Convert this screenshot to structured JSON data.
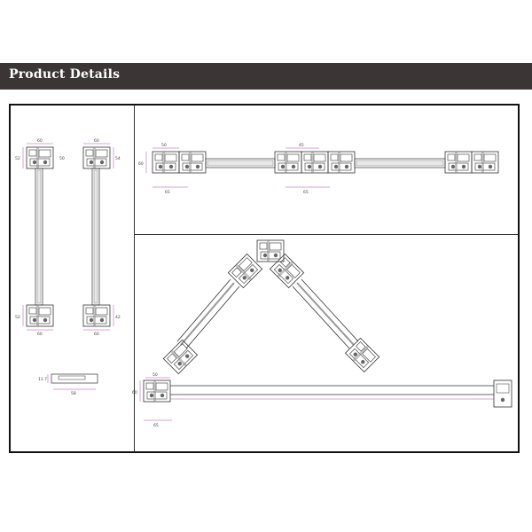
{
  "header": {
    "title": "Product Details"
  },
  "colors": {
    "header_bg": "#3b3535",
    "line": "#333333",
    "dimension": "#b04ab0"
  },
  "dimensions": {
    "left_top_a": "60",
    "left_top_b": "60",
    "left_side_a": "52",
    "left_side_b": "54",
    "left_side_c": "50",
    "left_bottom_a": "60",
    "left_bottom_b": "60",
    "left_bottom_side_a": "52",
    "left_bottom_side_b": "42",
    "small_width": "58",
    "small_height": "11.7",
    "top_left_width": "50",
    "top_left_height": "60",
    "top_left_base": "65",
    "top_mid_width": "45",
    "top_mid_base": "65",
    "bottom_left_width": "50",
    "bottom_left_height": "60",
    "bottom_left_base": "65"
  },
  "icons": [
    "profile-section",
    "glass-panel"
  ]
}
